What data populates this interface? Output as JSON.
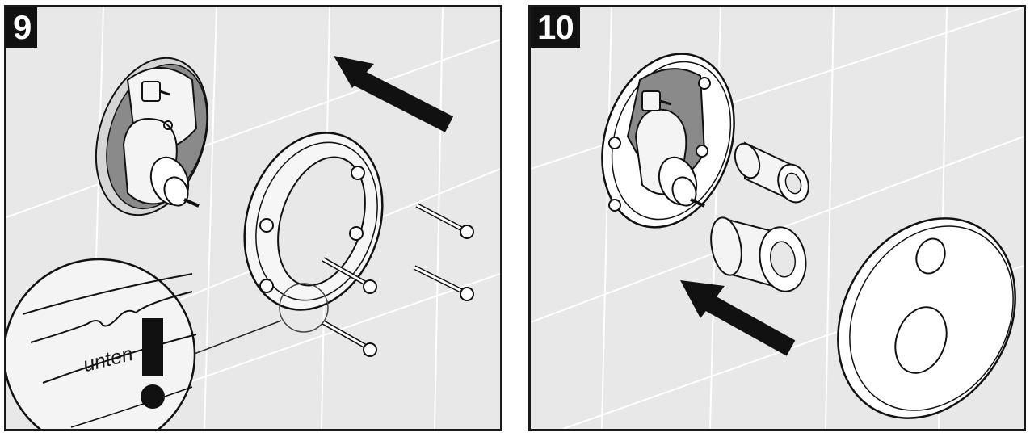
{
  "panels": [
    {
      "step": "9",
      "callout_label": "unten"
    },
    {
      "step": "10"
    }
  ],
  "colors": {
    "background": "#e8e8e8",
    "tile_line": "#ffffff",
    "ink": "#111111"
  },
  "icons": {
    "attention": "exclamation-mark-icon",
    "direction": "arrow-icon"
  }
}
